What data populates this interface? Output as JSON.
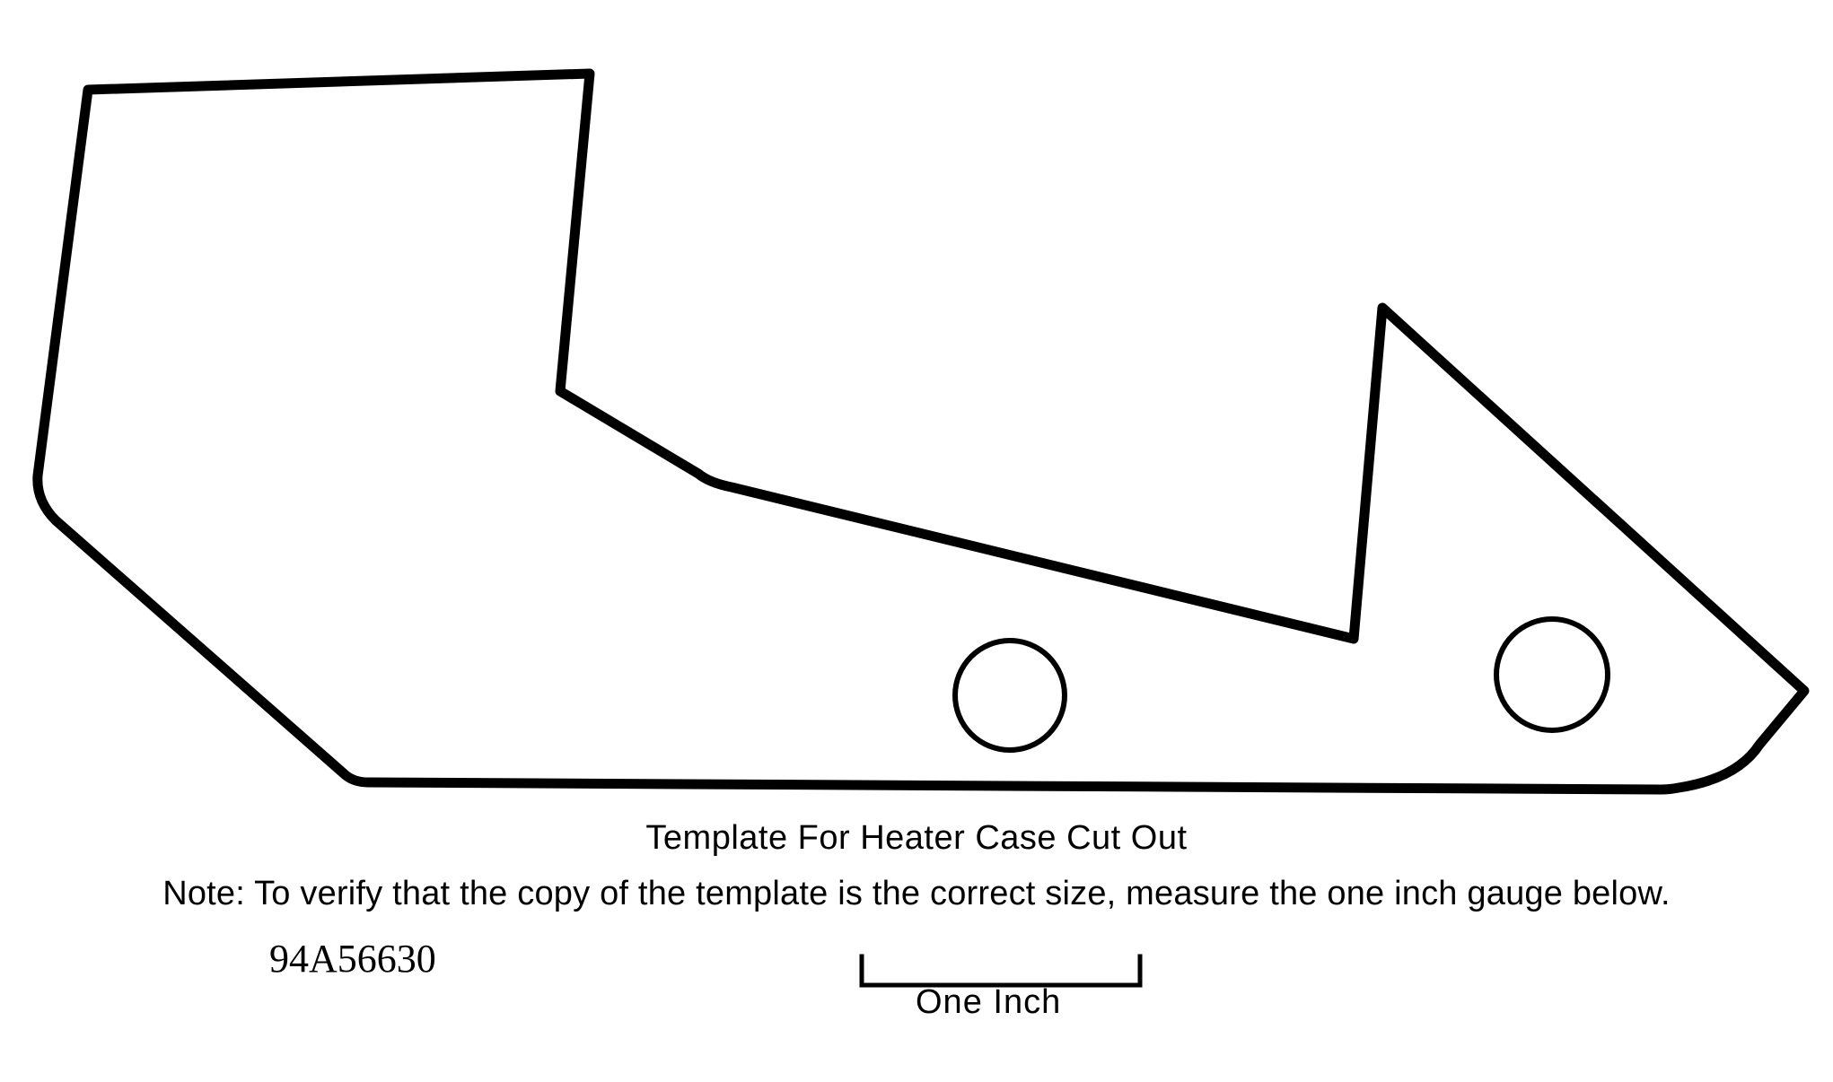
{
  "title": "Template For Heater Case Cut Out",
  "note": "Note: To verify that the copy of the template is the correct size, measure the one inch gauge below.",
  "figure_number": "94A56630",
  "gauge": {
    "label": "One Inch"
  },
  "colors": {
    "ink": "#000000",
    "paper": "#ffffff"
  }
}
